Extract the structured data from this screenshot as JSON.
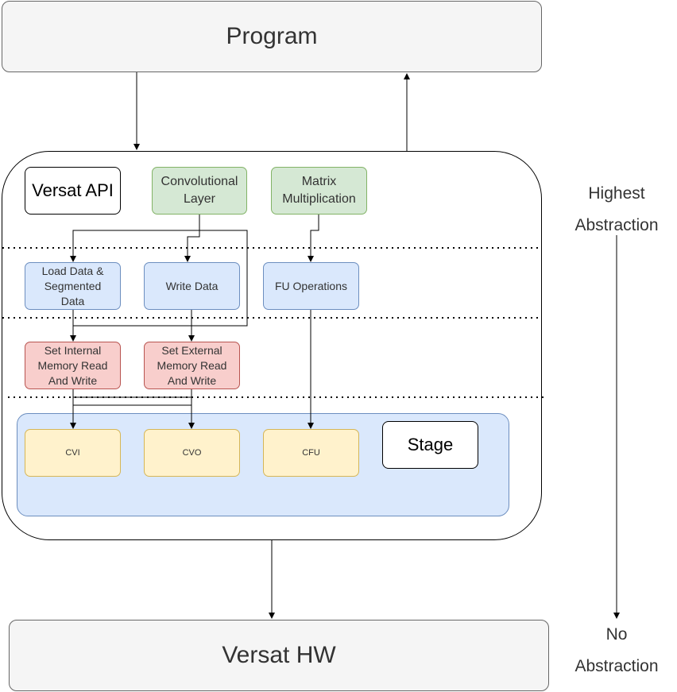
{
  "program": "Program",
  "versat_hw": "Versat HW",
  "versat_api": "Versat API",
  "conv_layer": "Convolutional Layer",
  "matrix_mult": "Matrix Multiplication",
  "load_data": "Load Data & Segmented Data",
  "write_data": "Write Data",
  "fu_ops": "FU Operations",
  "set_internal": "Set Internal Memory Read And Write",
  "set_external": "Set External Memory Read And Write",
  "cvi": "CVI",
  "cvo": "CVO",
  "cfu": "CFU",
  "stage": "Stage",
  "abstraction": {
    "highest_line1": "Highest",
    "highest_line2": "Abstraction",
    "none_line1": "No",
    "none_line2": "Abstraction"
  },
  "colors": {
    "green_fill": "#d5e8d4",
    "green_stroke": "#82b366",
    "blue_fill": "#dae8fc",
    "blue_stroke": "#6c8ebf",
    "red_fill": "#f8cecc",
    "red_stroke": "#b85450",
    "yellow_fill": "#fff2cc",
    "yellow_stroke": "#d6b656",
    "grey_fill": "#f5f5f5",
    "grey_stroke": "#666666"
  }
}
